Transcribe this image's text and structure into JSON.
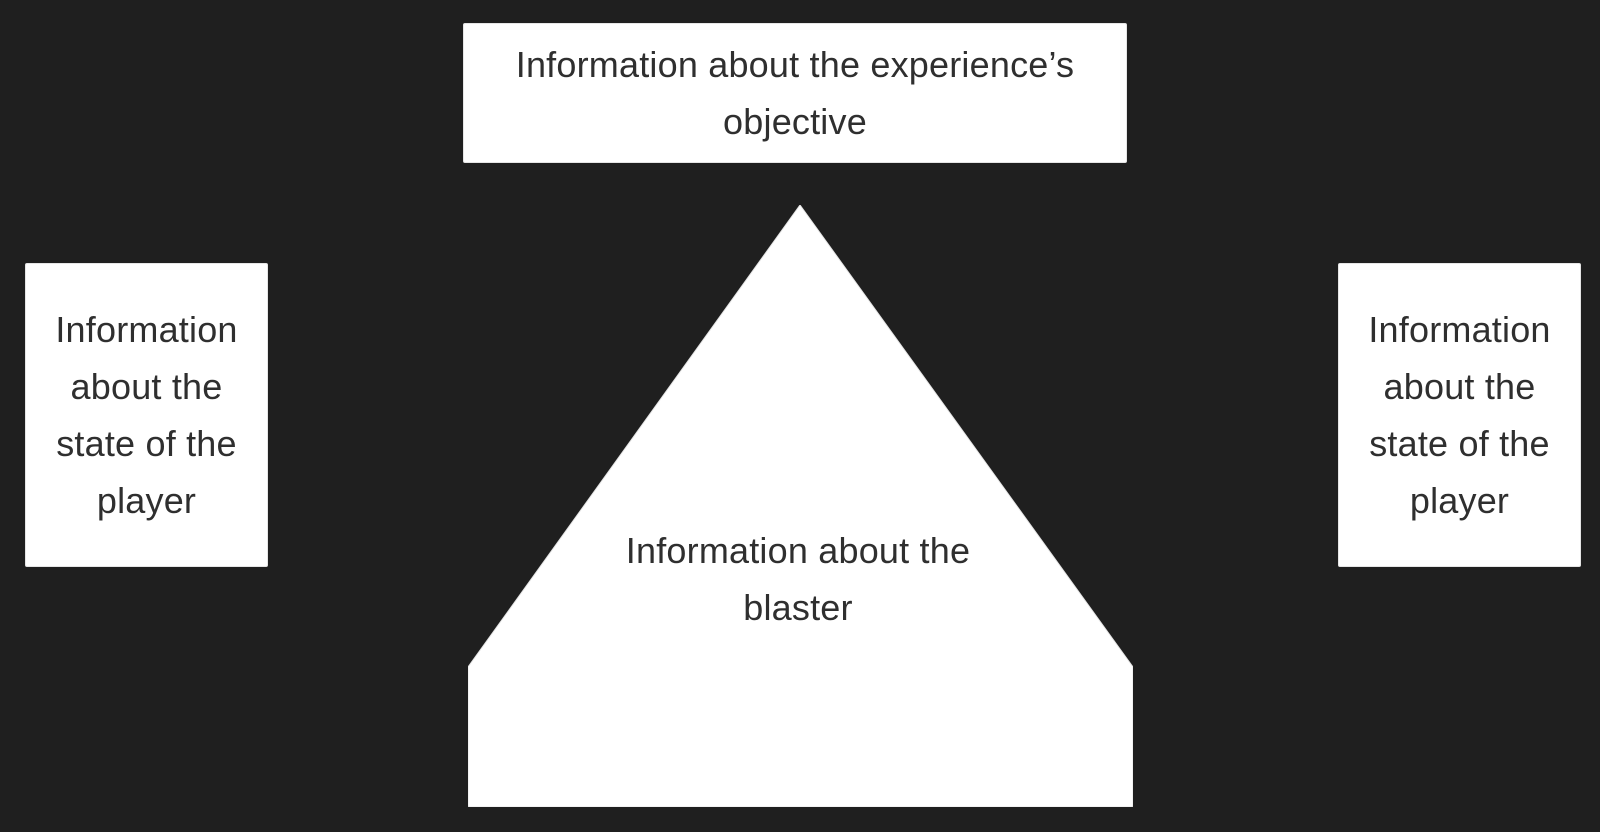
{
  "diagram": {
    "top_box": {
      "label": "Information about the experience’s objective"
    },
    "left_box": {
      "label": "Information about the state of the player"
    },
    "right_box": {
      "label": "Information about the state of the player"
    },
    "center_shape": {
      "label": "Information about the blaster"
    }
  },
  "colors": {
    "background": "#1f1f1f",
    "panel": "#ffffff",
    "text": "#2f2f2f"
  }
}
